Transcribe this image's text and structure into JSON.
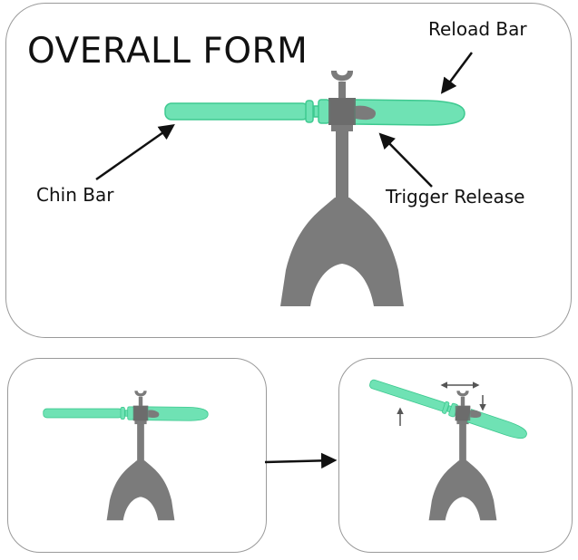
{
  "title": "OVERALL FORM",
  "labels": {
    "reload_bar": "Reload Bar",
    "chin_bar": "Chin Bar",
    "trigger_release": "Trigger Release"
  },
  "colors": {
    "bar_fill": "#6fe2b4",
    "bar_stroke": "#3ec990",
    "body_fill": "#7b7b7b",
    "panel_border": "#9a9a9a",
    "arrow": "#111111"
  }
}
